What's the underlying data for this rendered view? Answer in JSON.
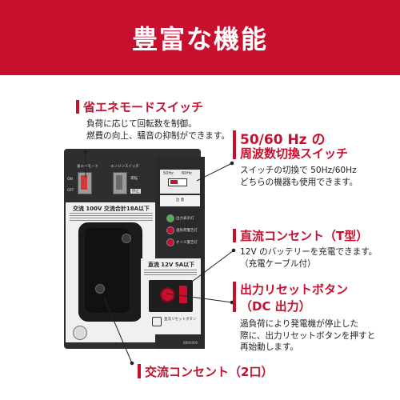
{
  "colors": {
    "accent": "#c8102e",
    "banner_text": "#ffffff"
  },
  "banner": {
    "title": "豊富な機能"
  },
  "annotations": {
    "eco_switch": {
      "title": "省エネモードスイッチ",
      "desc": [
        "負荷に応じて回転数を制御。",
        "燃費の向上、騒音の抑制ができます。"
      ]
    },
    "freq_switch": {
      "title_line1": "50/60 Hz の",
      "title_line2": "周波数切換スイッチ",
      "desc": [
        "スイッチの切換で 50Hz/60Hz",
        "どちらの機器も使用できます。"
      ]
    },
    "dc_outlet": {
      "title": "直流コンセント（T型）",
      "desc": [
        "12V のバッテリーを充電できます。",
        "（充電ケーブル付）"
      ]
    },
    "reset_button": {
      "title_line1": "出力リセットボタン",
      "title_line2": "（DC 出力）",
      "desc": [
        "過負荷により発電機が停止した",
        "際に、出力リセットボタンを押すと",
        "再始動します。"
      ]
    },
    "ac_outlet": {
      "title": "交流コンセント（2口）"
    }
  },
  "panel": {
    "eco_label": "省エネモード",
    "engine_label": "エンジンスイッチ",
    "on_label": "ON",
    "off_label": "OFF",
    "run_label": "運転",
    "stop_label": "停止",
    "hz50": "50Hz",
    "hz60": "60Hz",
    "caution": "注 意",
    "lamps": [
      "出力表示灯",
      "過負荷警告灯",
      "オイル警告灯"
    ],
    "ac_title": "交流 100V 交流合計18A以下",
    "dc_title": "直流 12V 5A以下",
    "dc_reset_label": "直流リセットボタン",
    "serial": "BB00000"
  }
}
